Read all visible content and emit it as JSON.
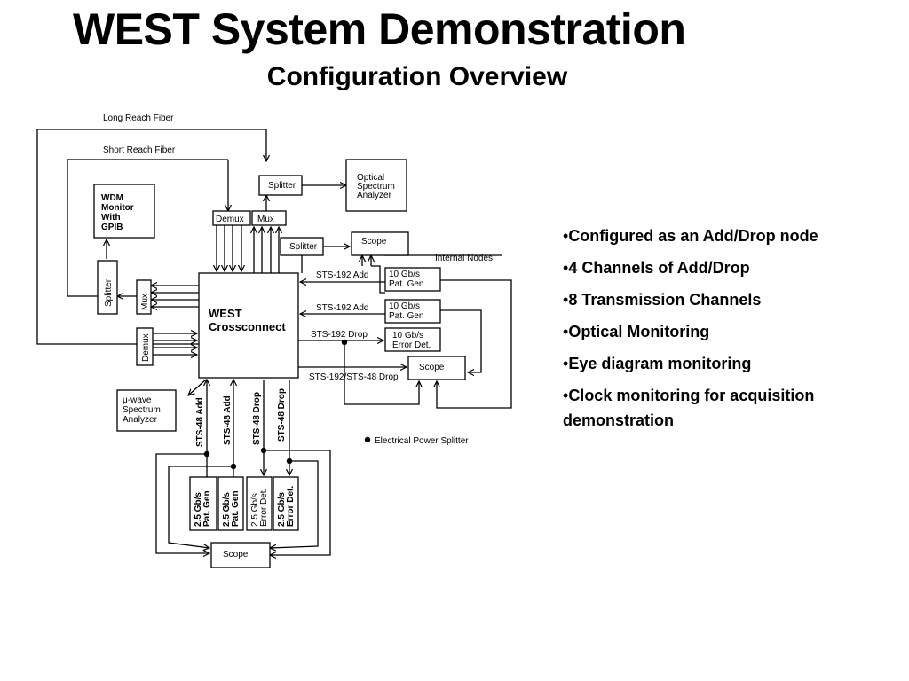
{
  "title": "WEST System Demonstration",
  "subtitle": "Configuration Overview",
  "diagram": {
    "long_reach_fiber": "Long Reach Fiber",
    "short_reach_fiber": "Short Reach Fiber",
    "osa": [
      "Optical",
      "Spectrum",
      "Analyzer"
    ],
    "splitter_top": "Splitter",
    "wdm_monitor": [
      "WDM",
      "Monitor",
      "With",
      "GPIB"
    ],
    "demux_top": "Demux",
    "mux_top": "Mux",
    "splitter_mid": "Splitter",
    "scope_top": "Scope",
    "internal_nodes": "Internal Nodes",
    "splitter_left": "Splitter",
    "mux_left": "Mux",
    "demux_left": "Demux",
    "crossconnect": [
      "WEST",
      "Crossconnect"
    ],
    "sts192_add_1": "STS-192 Add",
    "sts192_add_2": "STS-192 Add",
    "sts192_drop": "STS-192 Drop",
    "sts192_48_drop": "STS-192/STS-48 Drop",
    "patgen_10g_1": [
      "10 Gb/s",
      "Pat. Gen"
    ],
    "patgen_10g_2": [
      "10 Gb/s",
      "Pat. Gen"
    ],
    "errdet_10g": [
      "10 Gb/s",
      "Error Det."
    ],
    "scope_mid": "Scope",
    "uwave": [
      "μ-wave",
      "Spectrum",
      "Analyzer"
    ],
    "sts48_add_1": "STS-48 Add",
    "sts48_add_2": "STS-48 Add",
    "sts48_drop_1": "STS-48 Drop",
    "sts48_drop_2": "STS-48 Drop",
    "electrical_splitter": "Electrical Power Splitter",
    "g25_patgen_1": [
      "2.5 Gb/s",
      "Pat. Gen"
    ],
    "g25_patgen_2": [
      "2.5 Gb/s",
      "Pat. Gen"
    ],
    "g25_errdet_1": [
      "2.5 Gb/s",
      "Error Det."
    ],
    "g25_errdet_2": [
      "2.5 Gb/s",
      "Error Det."
    ],
    "scope_bottom": "Scope"
  },
  "bullets": [
    "Configured as an Add/Drop node",
    "4 Channels of Add/Drop",
    "8 Transmission Channels",
    "Optical Monitoring",
    "Eye diagram monitoring",
    "Clock monitoring for acquisition demonstration"
  ],
  "bullet_marker": "•"
}
